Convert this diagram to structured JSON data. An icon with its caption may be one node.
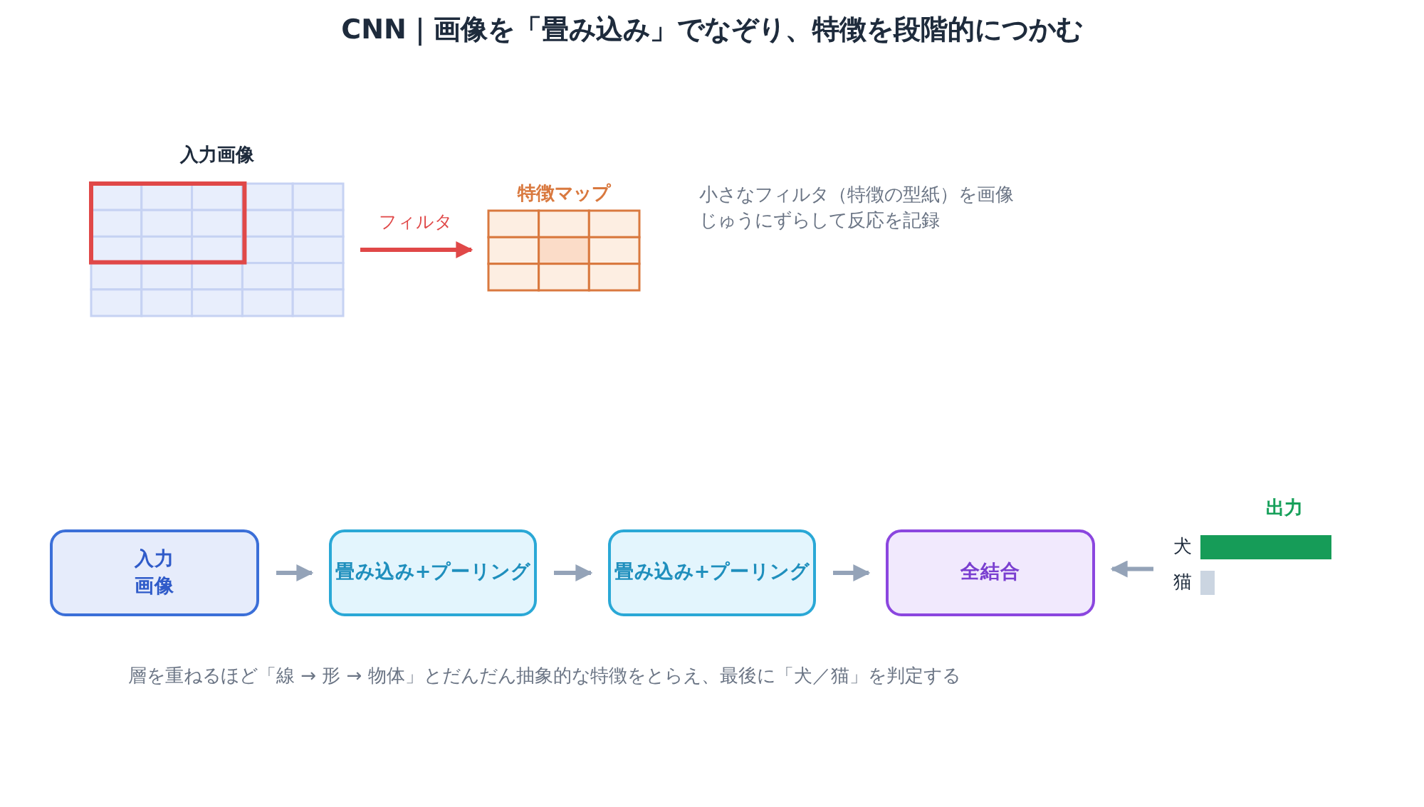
{
  "diagram": {
    "title": "CNN｜画像を「畳み込み」でなぞり、特徴を段階的につかむ",
    "caption": "層を重ねるほど「線 → 形 → 物体」とだんだん抽象的な特徴をとらえ、最後に「犬／猫」を判定する",
    "nodes": [
      {
        "text": [
          "入力画像"
        ]
      },
      {
        "text": [
          "特徴マップ"
        ]
      },
      {
        "text": [
          "入力画像"
        ]
      },
      {
        "text": [
          "畳み込み+プーリング"
        ]
      },
      {
        "text": [
          "畳み込み+プーリング"
        ]
      },
      {
        "text": [
          "全結合"
        ]
      },
      {
        "text": [
          "出力",
          "犬",
          "猫"
        ]
      }
    ],
    "edges": [
      {
        "from": 0,
        "to": 1,
        "arrow": "to",
        "label": "フィルタ",
        "color": "#e04848"
      },
      {
        "from": 2,
        "to": 3,
        "arrow": "to"
      },
      {
        "from": 3,
        "to": 4,
        "arrow": "to"
      },
      {
        "from": 4,
        "to": 5,
        "arrow": "to"
      },
      {
        "from": 6,
        "to": 5,
        "arrow": "to"
      }
    ],
    "labels": [
      "小さなフィルタ（特徴の型紙）を画像じゅうにずらして反応を記録"
    ]
  }
}
